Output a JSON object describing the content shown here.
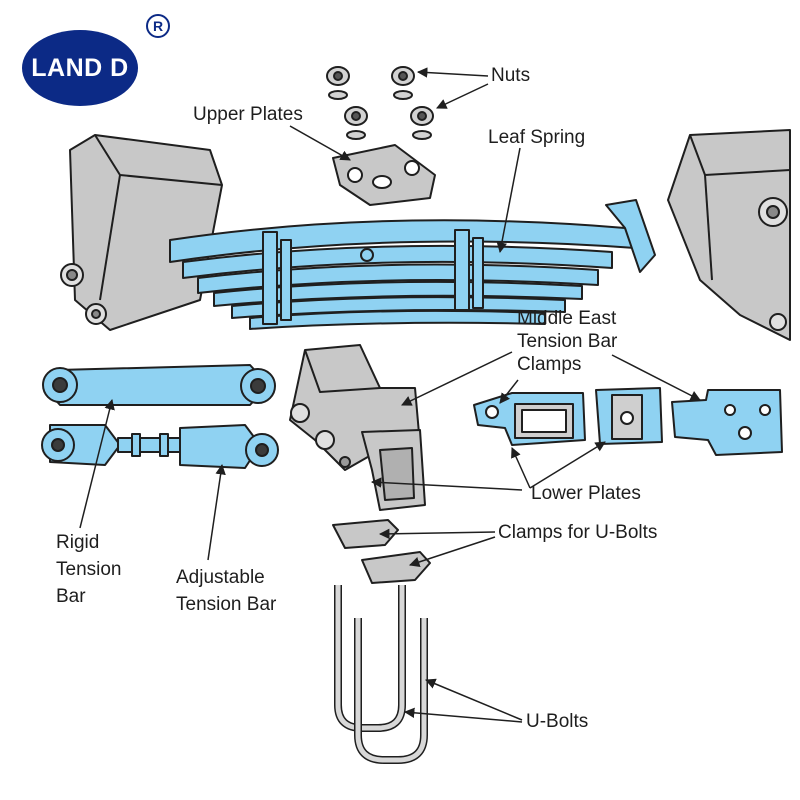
{
  "logo": {
    "text": "LAND D",
    "mark": "R",
    "color": "#0c2a86"
  },
  "labels": {
    "nuts": "Nuts",
    "upper_plates": "Upper Plates",
    "leaf_spring": "Leaf Spring",
    "middle_east_clamps": [
      "Middle East",
      "Tension Bar",
      "Clamps"
    ],
    "lower_plates": "Lower Plates",
    "clamps_u_bolts": "Clamps for U-Bolts",
    "u_bolts": "U-Bolts",
    "rigid_tension_bar": [
      "Rigid",
      "Tension",
      "Bar"
    ],
    "adjustable_tension_bar": [
      "Adjustable",
      "Tension Bar"
    ]
  },
  "colors": {
    "part_blue": "#8fd2f2",
    "part_gray": "#c8c8c8",
    "outline": "#1f1f1f",
    "text": "#1e1e1e"
  }
}
